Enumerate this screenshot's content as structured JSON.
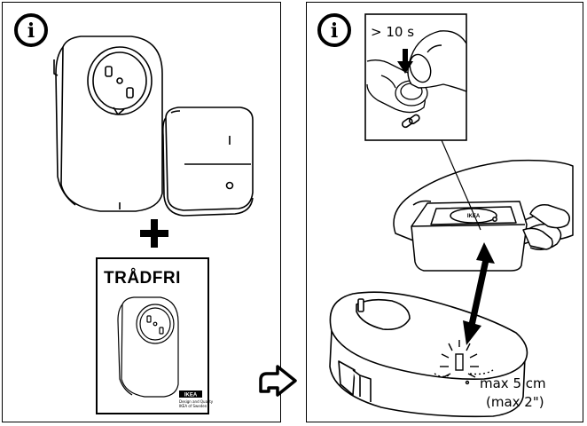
{
  "left_panel": {
    "info_glyph": "i",
    "icons": [
      "info-icon",
      "plug-socket-icon",
      "wireless-remote-icon",
      "plus-icon"
    ],
    "box": {
      "title": "TRÅDFRI",
      "brand": "IKEA",
      "fine_print_line1": "Design and Quality",
      "fine_print_line2": "IKEA of Sweden"
    }
  },
  "arrow_icon": "next-arrow-icon",
  "right_panel": {
    "info_glyph": "i",
    "inset": {
      "duration_label": "> 10 s",
      "icons": [
        "finger-press-icon",
        "pairing-link-icon"
      ]
    },
    "remote_brand": "IKEA",
    "distance_label_cm": "max 5 cm",
    "distance_label_in": "(max 2\")",
    "icons": [
      "hand-icon",
      "double-arrow-icon",
      "socket-outlet-icon",
      "signal-light-icon"
    ]
  }
}
